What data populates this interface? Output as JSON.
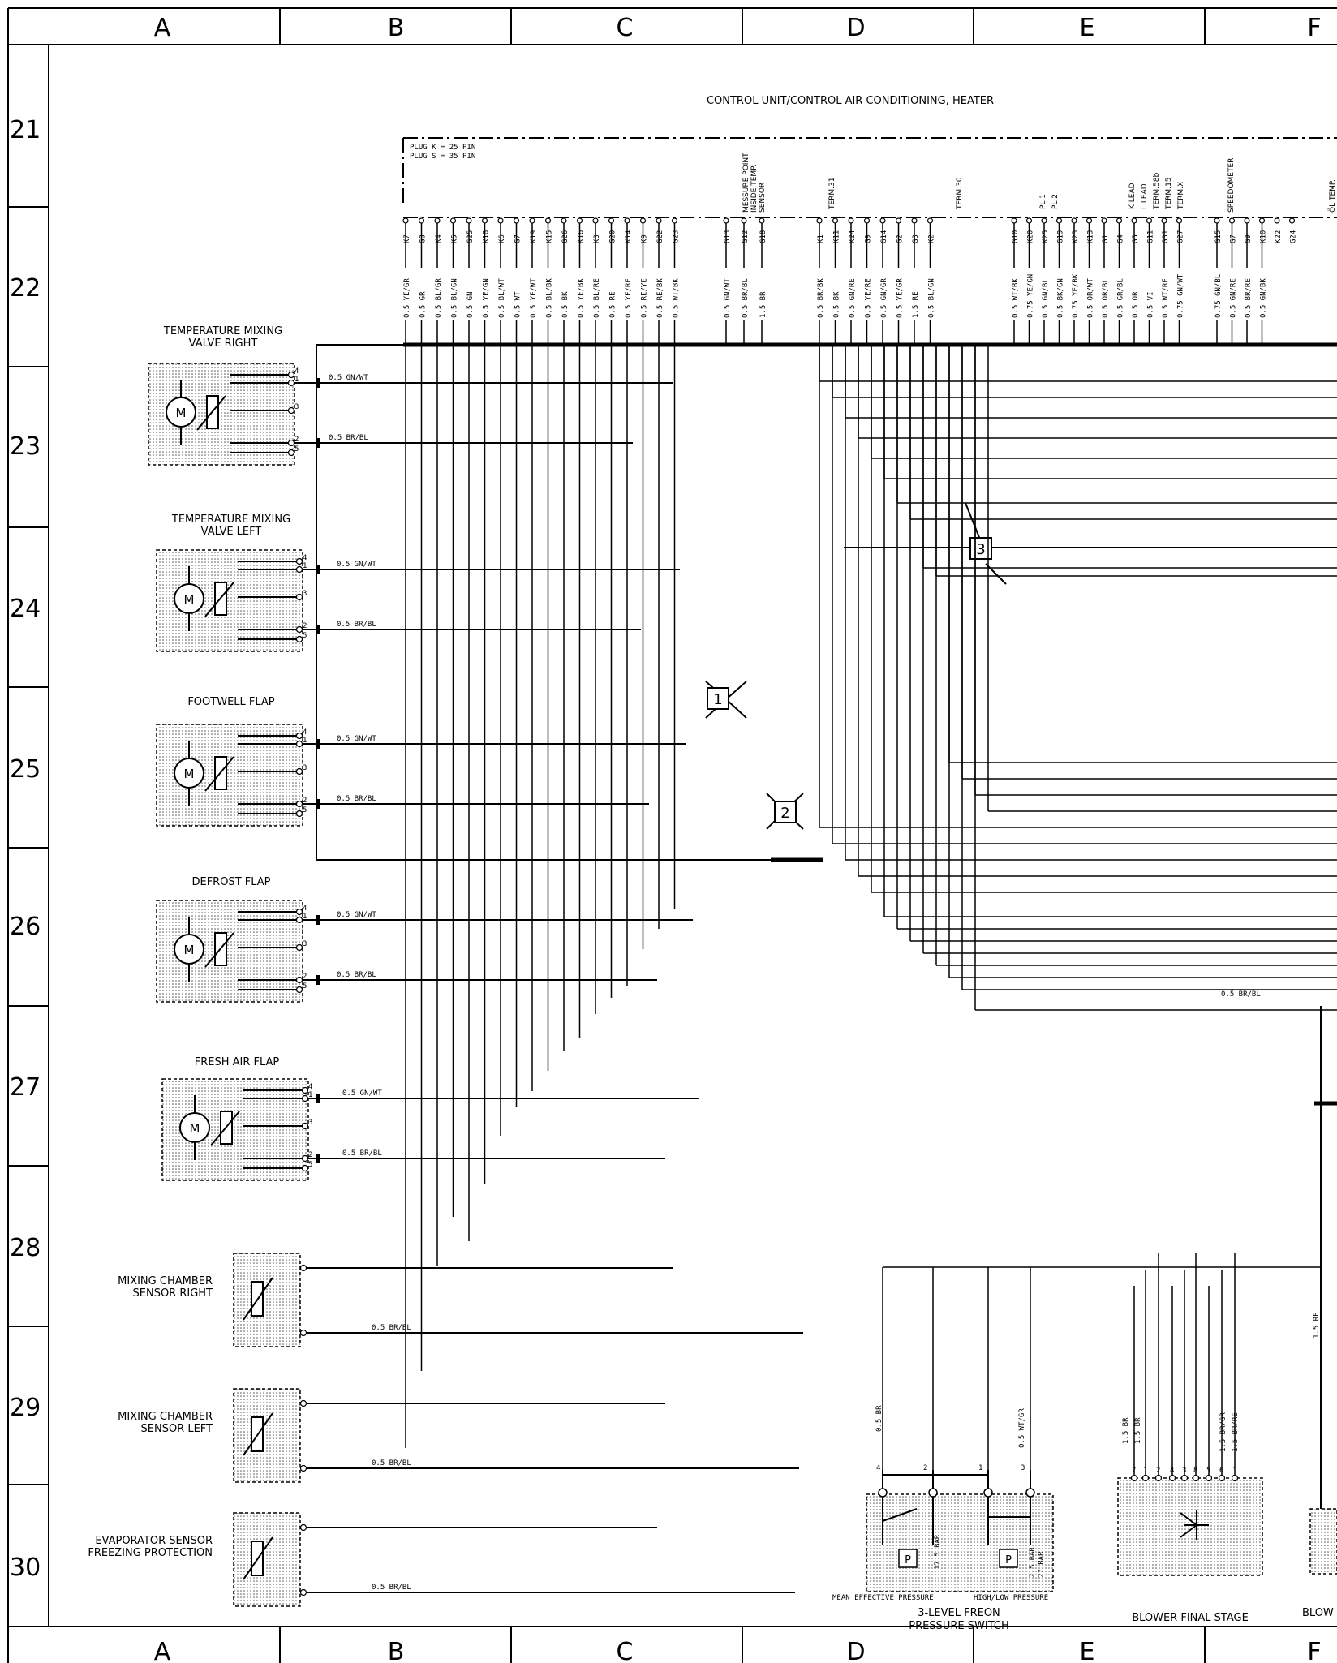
{
  "columns": [
    "A",
    "B",
    "C",
    "D",
    "E",
    "F"
  ],
  "rows": [
    "21",
    "22",
    "23",
    "24",
    "25",
    "26",
    "27",
    "28",
    "29",
    "30"
  ],
  "title": "CONTROL UNIT/CONTROL AIR CONDITIONING, HEATER",
  "plug_note": [
    "PLUG K = 25 PIN",
    "PLUG S = 35 PIN"
  ],
  "top_labels": {
    "measure_point": [
      "MESSURE POINT",
      "INSIDE TEMP.",
      "SENSOR"
    ],
    "term31": "TERM.31",
    "term30": "TERM.30",
    "pl1": "PL 1",
    "pl2": "PL 2",
    "k_lead": "K LEAD",
    "l_lead": "L LEAD",
    "term58b": "TERM.58b",
    "term15": "TERM.15",
    "termx": "TERM.X",
    "speedometer": "SPEEDOMETER",
    "oil_temp": "ÖL TEMP."
  },
  "pins": [
    "K7",
    "G8",
    "K4",
    "K5",
    "G25",
    "K18",
    "K6",
    "G7",
    "K19",
    "K15",
    "G26",
    "K16",
    "K3",
    "G20",
    "K14",
    "K9",
    "G22",
    "G23",
    "G13",
    "G12",
    "G18",
    "K1",
    "K11",
    "K24",
    "G9",
    "G14",
    "G2",
    "G3",
    "K2",
    "G10",
    "K20",
    "K25",
    "G19",
    "K23",
    "K13",
    "G1",
    "G4",
    "G5",
    "G11",
    "G31",
    "G27",
    "G15",
    "G7",
    "G9",
    "K10",
    "K22",
    "G24"
  ],
  "wires": [
    "0.5 YE/GR",
    "0.5 GR",
    "0.5 BL/GR",
    "0.5 BL/GN",
    "0.5 GN",
    "0.5 YE/GN",
    "0.5 BL/WT",
    "0.5 WT",
    "0.5 YE/WT",
    "0.5 BL/BK",
    "0.5 BK",
    "0.5 YE/BK",
    "0.5 BL/RE",
    "0.5 RE",
    "0.5 YE/RE",
    "0.5 RE/YE",
    "0.5 RE/BK",
    "0.5 WT/BK",
    "0.5 GN/WT",
    "0.5 BR/BL",
    "1.5 BR",
    "0.5 BR/BK",
    "0.5 BK",
    "0.5 GN/RE",
    "0.5 YE/RE",
    "0.5 GN/GR",
    "0.5 YE/GR",
    "1.5 RE",
    "0.5 BL/GN",
    "0.5 WT/BK",
    "0.75 YE/GN",
    "0.5 GN/BL",
    "0.5 BK/GN",
    "0.75 YE/BK",
    "0.5 OR/WT",
    "0.5 OR/BL",
    "0.5 GR/BL",
    "0.5 OR",
    "0.5 VI",
    "0.5 WT/RE",
    "0.75 GN/WT",
    "0.75 GN/BL",
    "0.5 GN/RE",
    "0.5 BR/RE",
    "0.5 GN/BK"
  ],
  "components": [
    {
      "name": [
        "TEMPERATURE MIXING",
        "VALVE RIGHT"
      ],
      "w1": "0.5 GN/WT",
      "w2": "0.5 BR/BL"
    },
    {
      "name": [
        "TEMPERATURE MIXING",
        "VALVE LEFT"
      ],
      "w1": "0.5 GN/WT",
      "w2": "0.5 BR/BL"
    },
    {
      "name": [
        "FOOTWELL FLAP"
      ],
      "w1": "0.5 GN/WT",
      "w2": "0.5 BR/BL"
    },
    {
      "name": [
        "DEFROST FLAP"
      ],
      "w1": "0.5 GN/WT",
      "w2": "0.5 BR/BL"
    },
    {
      "name": [
        "FRESH AIR FLAP"
      ],
      "w1": "0.5 GN/WT",
      "w2": "0.5 BR/BL"
    }
  ],
  "sensors": [
    {
      "name": [
        "MIXING CHAMBER",
        "SENSOR RIGHT"
      ],
      "wire": "0.5 BR/BL"
    },
    {
      "name": [
        "MIXING CHAMBER",
        "SENSOR LEFT"
      ],
      "wire": "0.5 BR/BL"
    },
    {
      "name": [
        "EVAPORATOR SENSOR",
        "FREEZING PROTECTION"
      ],
      "wire": "0.5 BR/BL"
    }
  ],
  "pin_numbers": [
    "4",
    "1",
    "3",
    "2",
    "5"
  ],
  "motor": "M",
  "splices": [
    "1",
    "2",
    "3"
  ],
  "mid_wire": "0.5 BR/BL",
  "right_wire": "1.5 RE",
  "pressure_switch": {
    "title": [
      "3-LEVEL FREON",
      "PRESSURE SWITCH"
    ],
    "left_label": "MEAN EFFECTIVE PRESSURE",
    "right_label": "HIGH/LOW PRESSURE",
    "wire_left": "0.5 BR",
    "wire_right": "0.5 WT/GR",
    "pins": [
      "4",
      "2",
      "1",
      "3"
    ],
    "bar1": "17.5 BAR",
    "bar2": "2.5 BAR",
    "bar3": "27 BAR",
    "p": "P"
  },
  "blower": {
    "title": "BLOWER FINAL STAGE",
    "wires": [
      "1.5 BR",
      "1.5 BR",
      "1.5 BR/GR",
      "1.5 BR/RE"
    ],
    "pins": [
      "7",
      "1",
      "2",
      "4",
      "3",
      "8",
      "5",
      "6",
      "1"
    ]
  },
  "blower_cut": "BLOW"
}
